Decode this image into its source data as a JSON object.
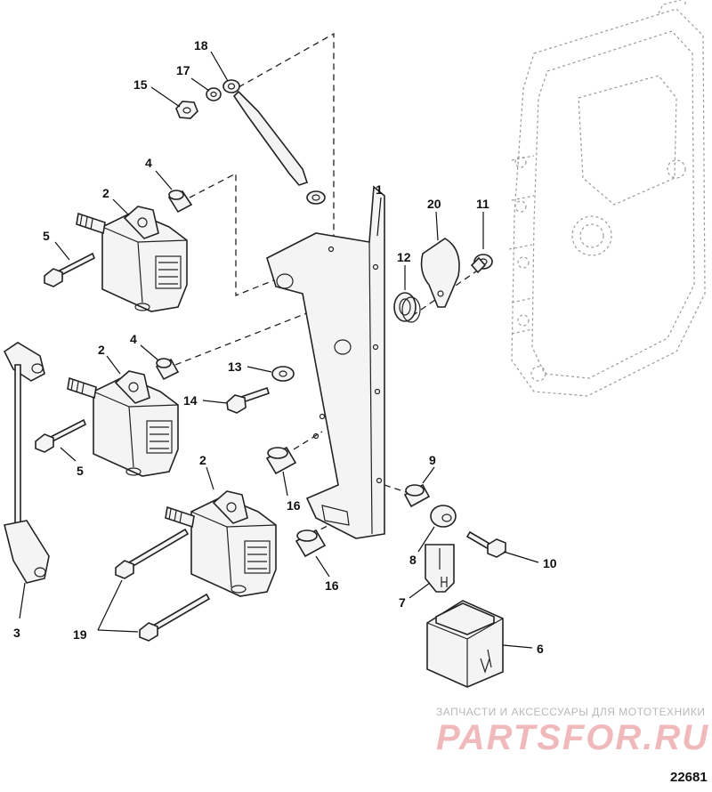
{
  "callouts": [
    {
      "id": "c18",
      "label": "18"
    },
    {
      "id": "c17",
      "label": "17"
    },
    {
      "id": "c15",
      "label": "15"
    },
    {
      "id": "c4a",
      "label": "4"
    },
    {
      "id": "c2a",
      "label": "2"
    },
    {
      "id": "c5a",
      "label": "5"
    },
    {
      "id": "c1",
      "label": "1"
    },
    {
      "id": "c20",
      "label": "20"
    },
    {
      "id": "c11",
      "label": "11"
    },
    {
      "id": "c12",
      "label": "12"
    },
    {
      "id": "c4b",
      "label": "4"
    },
    {
      "id": "c13",
      "label": "13"
    },
    {
      "id": "c2b",
      "label": "2"
    },
    {
      "id": "c14",
      "label": "14"
    },
    {
      "id": "c5b",
      "label": "5"
    },
    {
      "id": "c9",
      "label": "9"
    },
    {
      "id": "c2c",
      "label": "2"
    },
    {
      "id": "c16a",
      "label": "16"
    },
    {
      "id": "c8",
      "label": "8"
    },
    {
      "id": "c10",
      "label": "10"
    },
    {
      "id": "c16b",
      "label": "16"
    },
    {
      "id": "c7",
      "label": "7"
    },
    {
      "id": "c3",
      "label": "3"
    },
    {
      "id": "c19",
      "label": "19"
    },
    {
      "id": "c6",
      "label": "6"
    }
  ],
  "watermark": {
    "tagline": "ЗАПЧАСТИ И АКСЕССУАРЫ ДЛЯ МОТОТЕХНИКИ",
    "logo": "PARTSFOR.RU"
  },
  "document_number": "22681"
}
